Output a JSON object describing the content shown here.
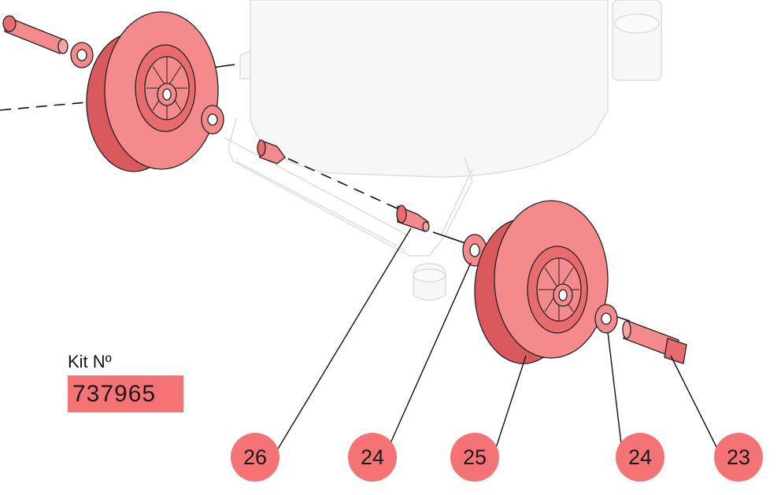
{
  "kit": {
    "label": "Kit Nº",
    "number": "737965"
  },
  "callouts": [
    {
      "id": "c26",
      "text": "26"
    },
    {
      "id": "c24a",
      "text": "24"
    },
    {
      "id": "c25",
      "text": "25"
    },
    {
      "id": "c24b",
      "text": "24"
    },
    {
      "id": "c23",
      "text": "23"
    }
  ],
  "colors": {
    "part_fill": "#f58a8c",
    "part_dark": "#d9595c",
    "callout_fill": "#f57275",
    "ghost_line": "#e2e2e2",
    "leader": "#111111"
  }
}
